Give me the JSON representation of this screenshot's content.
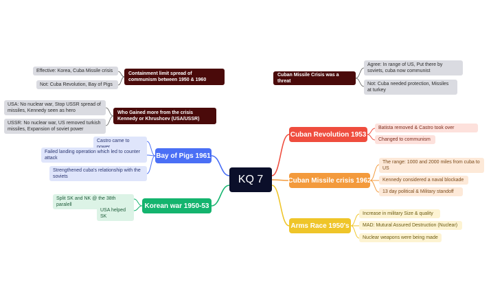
{
  "central": "KQ 7",
  "colors": {
    "central": "#0b0f2a",
    "cuban_revolution": "#ef4d3e",
    "cuban_missile": "#f39a3c",
    "arms_race": "#efc529",
    "bay_of_pigs": "#4a6ff5",
    "korean_war": "#14b46e",
    "dark_topic": "#4a0a0a"
  },
  "branches": {
    "cuban_revolution": {
      "label": "Cuban Revolution 1953",
      "children": [
        "Batista removed & Castro took over",
        "Changed to communism"
      ]
    },
    "cuban_missile": {
      "label": "Cuban Missile crisis 1962",
      "children": [
        "The range: 1000 and 2000 miles from cuba to US",
        "Kennedy considered a naval blockade",
        "13 day political & Military standoff"
      ]
    },
    "arms_race": {
      "label": "Arms Race 1950's",
      "children": [
        "Increase in military Size & quality",
        "MAD: Mutural Assured Destruction (Nuclear)",
        "Nuclear weapons were being made"
      ]
    },
    "bay_of_pigs": {
      "label": "Bay of Pigs 1961",
      "children": [
        "Castro came to power",
        "Failed landing operation which led to counter attack",
        "Strengthened cuba's relationship with the soviets"
      ]
    },
    "korean_war": {
      "label": "Korean war 1950-53",
      "children": [
        "Split SK and NK @ the 38th paralell",
        "USA helped SK"
      ]
    }
  },
  "floating": {
    "containment": {
      "label": "Containment limit spread of communism between 1950 & 1960",
      "children": [
        "Effective: Korea, Cuba Missile crisis",
        "Not: Cuba Revolution, Bay of Pigs"
      ]
    },
    "who_gained": {
      "label": "Who Gained more from the crisis Kennedy or Khrushcev (USA/USSR)",
      "children": [
        "USA: No nuclear war, Stop USSR spread of missiles, Kennedy seen as hero",
        "USSR: No nuclear war, US removed turkish missiles, Expansion of soviet power"
      ]
    },
    "threat": {
      "label": "Cuban Missile Crisis was  a threat",
      "children": [
        "Agree: In range of US, Put there by soviets, cuba now communist",
        "Not: Cuba needed protection, Missiles at turkey"
      ]
    }
  }
}
